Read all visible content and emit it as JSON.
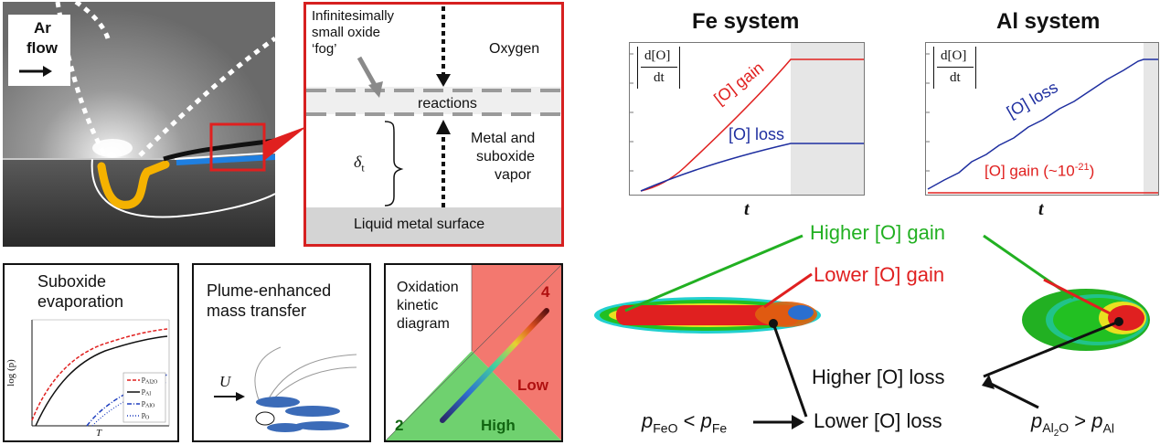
{
  "photo": {
    "ar_line1": "Ar",
    "ar_line2": "flow"
  },
  "schematic": {
    "fog_line1": "Infinitesimally",
    "fog_line2": "small oxide",
    "fog_line3": "‘fog’",
    "oxygen": "Oxygen",
    "reactions": "reactions",
    "delta": "δ",
    "delta_sub": "t",
    "vapor_line1": "Metal and",
    "vapor_line2": "suboxide",
    "vapor_line3": "vapor",
    "surface": "Liquid metal surface"
  },
  "suboxide_panel": {
    "title_line1": "Suboxide",
    "title_line2": "evaporation",
    "ylabel": "log (p)",
    "xlabel": "T",
    "legend": [
      {
        "label": "p",
        "sub": "Al2O",
        "color": "#e0201f",
        "dash": "4,2"
      },
      {
        "label": "p",
        "sub": "Al",
        "color": "#111111",
        "dash": ""
      },
      {
        "label": "p",
        "sub": "AlO",
        "color": "#1f3fbf",
        "dash": "5,2,1,2"
      },
      {
        "label": "p",
        "sub": "O",
        "color": "#1f3fbf",
        "dash": "1,2"
      }
    ]
  },
  "plume_panel": {
    "title_line1": "Plume-enhanced",
    "title_line2": "mass transfer",
    "u_label": "U"
  },
  "kinetic_panel": {
    "title_line1": "Oxidation",
    "title_line2": "kinetic",
    "title_line3": "diagram",
    "num_top": "4",
    "num_bottom": "2",
    "low": "Low",
    "high": "High",
    "colors": {
      "low": "#f3786f",
      "high": "#6fd16f"
    }
  },
  "fe_chart": {
    "title": "Fe system",
    "y_num": "d[O]",
    "y_den": "dt",
    "xlabel": "t",
    "gain_label": "[O] gain",
    "loss_label": "[O] loss",
    "gain_color": "#e0201f",
    "loss_color": "#1f2fa0"
  },
  "al_chart": {
    "title": "Al system",
    "y_num": "d[O]",
    "y_den": "dt",
    "xlabel": "t",
    "loss_label": "[O] loss",
    "gain_label": "[O] gain (~10",
    "gain_exp": "-21",
    "gain_close": ")",
    "gain_color": "#e0201f",
    "loss_color": "#1f2fa0"
  },
  "bottom": {
    "higher_gain": "Higher [O] gain",
    "lower_gain": "Lower [O] gain",
    "higher_loss": "Higher [O] loss",
    "lower_loss": "Lower [O] loss",
    "fe_p1": "p",
    "fe_p1_sub": "FeO",
    "fe_rel": "<",
    "fe_p2": "p",
    "fe_p2_sub": "Fe",
    "al_p1": "p",
    "al_p1_sub": "Al",
    "al_p1_sub2": "2",
    "al_p1_sub3": "O",
    "al_rel": ">",
    "al_p2": "p",
    "al_p2_sub": "Al",
    "green": "#22b022",
    "red": "#e0201f"
  }
}
